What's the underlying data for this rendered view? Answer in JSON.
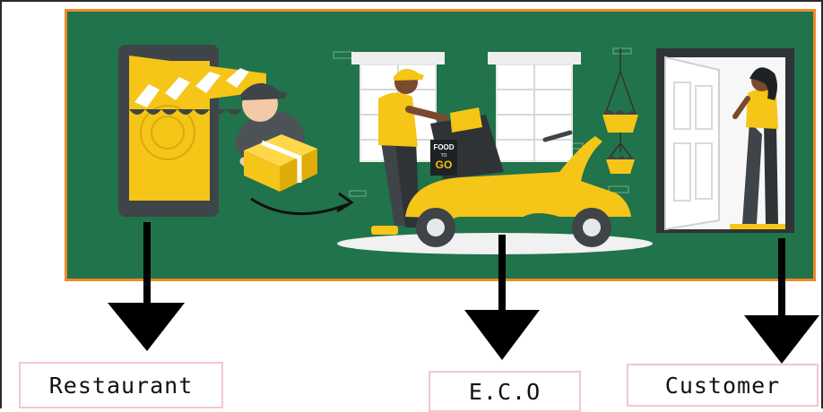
{
  "scene": {
    "box_sign": {
      "line1": "FOOD",
      "line2": "TO",
      "line3": "GO"
    },
    "colors": {
      "background": "#20734a",
      "frame": "#f08a24",
      "accent_yellow": "#f5c518",
      "dark": "#3f4448",
      "skin": "#7a4a2e"
    }
  },
  "labels": {
    "restaurant": "Restaurant",
    "eco": "E.C.O",
    "customer": "Customer"
  }
}
